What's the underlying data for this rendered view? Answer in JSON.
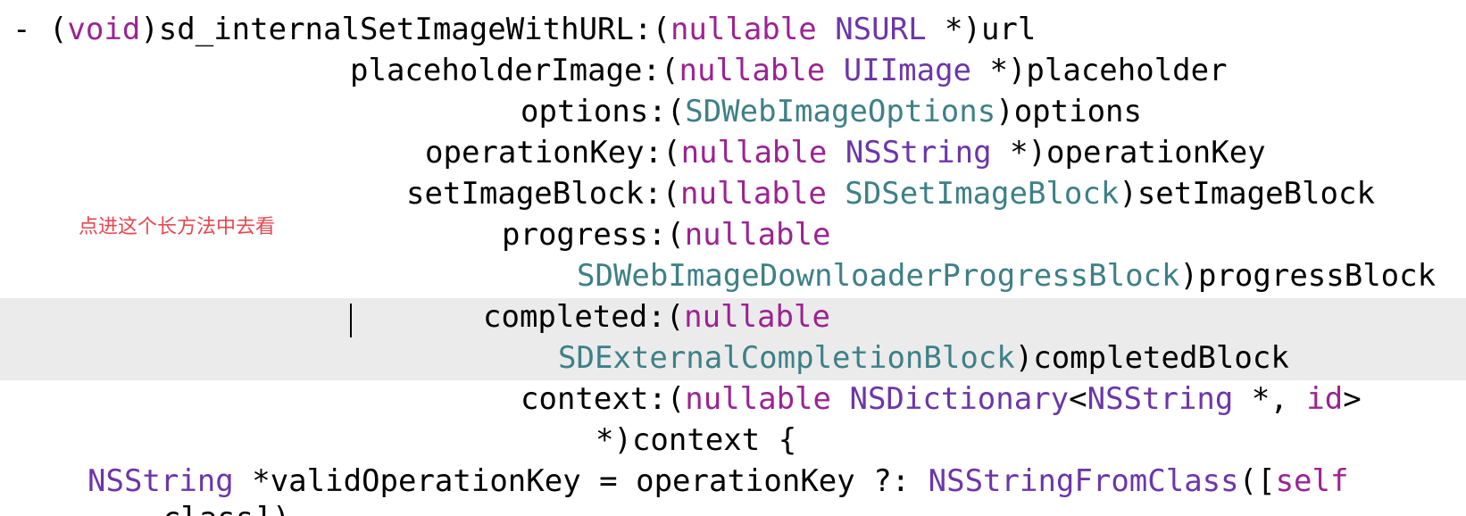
{
  "colors": {
    "background": "#ffffff",
    "current_line_highlight": "#ebebeb",
    "plain_text": "#000000",
    "keyword": "#9b2393",
    "type_name": "#6c36a9",
    "block_type": "#3e8087",
    "annotation": "#e8464f"
  },
  "annotation": {
    "text": "点进这个长方法中去看"
  },
  "code": {
    "l1": {
      "t1": "- (",
      "t2": "void",
      "t3": ")sd_internalSetImageWithURL:(",
      "t4": "nullable",
      "t5": " ",
      "t6": "NSURL",
      "t7": " *)url"
    },
    "l2": {
      "t1": "placeholderImage:(",
      "t2": "nullable",
      "t3": " ",
      "t4": "UIImage",
      "t5": " *)placeholder"
    },
    "l3": {
      "t1": "options:(",
      "t2": "SDWebImageOptions",
      "t3": ")options"
    },
    "l4": {
      "t1": "operationKey:(",
      "t2": "nullable",
      "t3": " ",
      "t4": "NSString",
      "t5": " *)operationKey"
    },
    "l5": {
      "t1": "setImageBlock:(",
      "t2": "nullable",
      "t3": " ",
      "t4": "SDSetImageBlock",
      "t5": ")setImageBlock"
    },
    "l6": {
      "t1": "progress:(",
      "t2": "nullable"
    },
    "l7": {
      "t1": "SDWebImageDownloaderProgressBlock",
      "t2": ")progressBlock"
    },
    "l8": {
      "t1": "completed:(",
      "t2": "nullable"
    },
    "l9": {
      "t1": "SDExternalCompletionBlock",
      "t2": ")completedBlock"
    },
    "l10": {
      "t1": "context:(",
      "t2": "nullable",
      "t3": " ",
      "t4": "NSDictionary",
      "t5": "<",
      "t6": "NSString",
      "t7": " *, ",
      "t8": "id",
      "t9": ">"
    },
    "l11": {
      "t1": "*)context {"
    },
    "l12": {
      "t1": "NSString",
      "t2": " *validOperationKey = operationKey ?: ",
      "t3": "NSStringFromClass",
      "t4": "([",
      "t5": "self"
    },
    "l13": {
      "t1": "class])"
    }
  }
}
